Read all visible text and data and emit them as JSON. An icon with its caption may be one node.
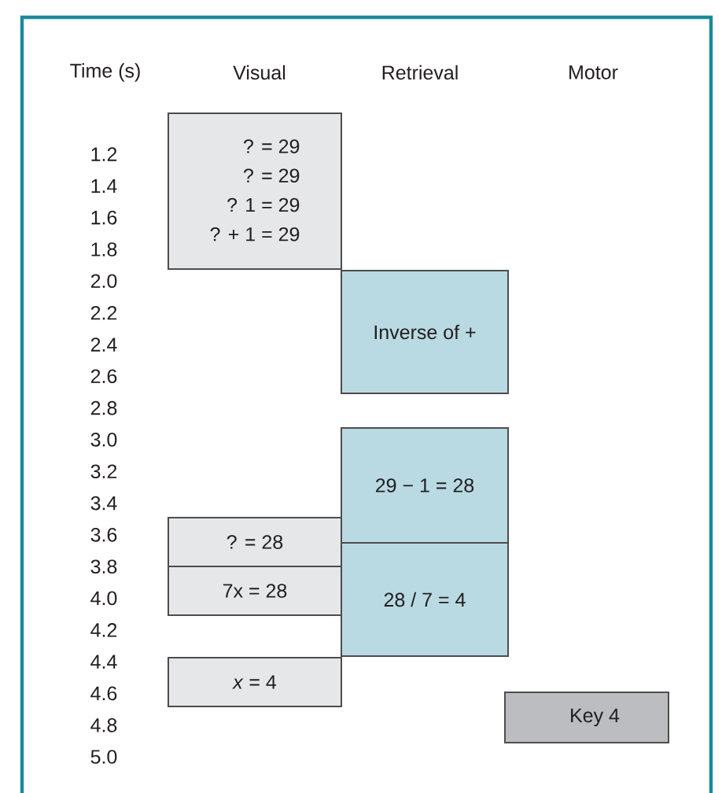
{
  "diagram": {
    "nodes": [
      {
        "text": [
          "? = 29",
          "? = 29",
          "? 1 = 29",
          "? + 1 = 29"
        ]
      },
      {
        "text": [
          "Inverse of +"
        ]
      },
      {
        "text": [
          "29 − 1 = 28"
        ]
      },
      {
        "text": [
          "? = 28"
        ]
      },
      {
        "text": [
          "28 / 7 = 4"
        ]
      },
      {
        "text": [
          "7x = 28"
        ]
      },
      {
        "text": [
          "*x* = 4"
        ]
      },
      {
        "text": [
          "Key 4"
        ]
      }
    ],
    "labels": [
      "Time (s)",
      "Visual",
      "Retrieval",
      "Motor",
      "1.2",
      "1.4",
      "1.6",
      "1.8",
      "2.0",
      "2.2",
      "2.4",
      "2.6",
      "2.8",
      "3.0",
      "3.2",
      "3.4",
      "3.6",
      "3.8",
      "4.0",
      "4.2",
      "4.4",
      "4.6",
      "4.8",
      "5.0"
    ]
  }
}
